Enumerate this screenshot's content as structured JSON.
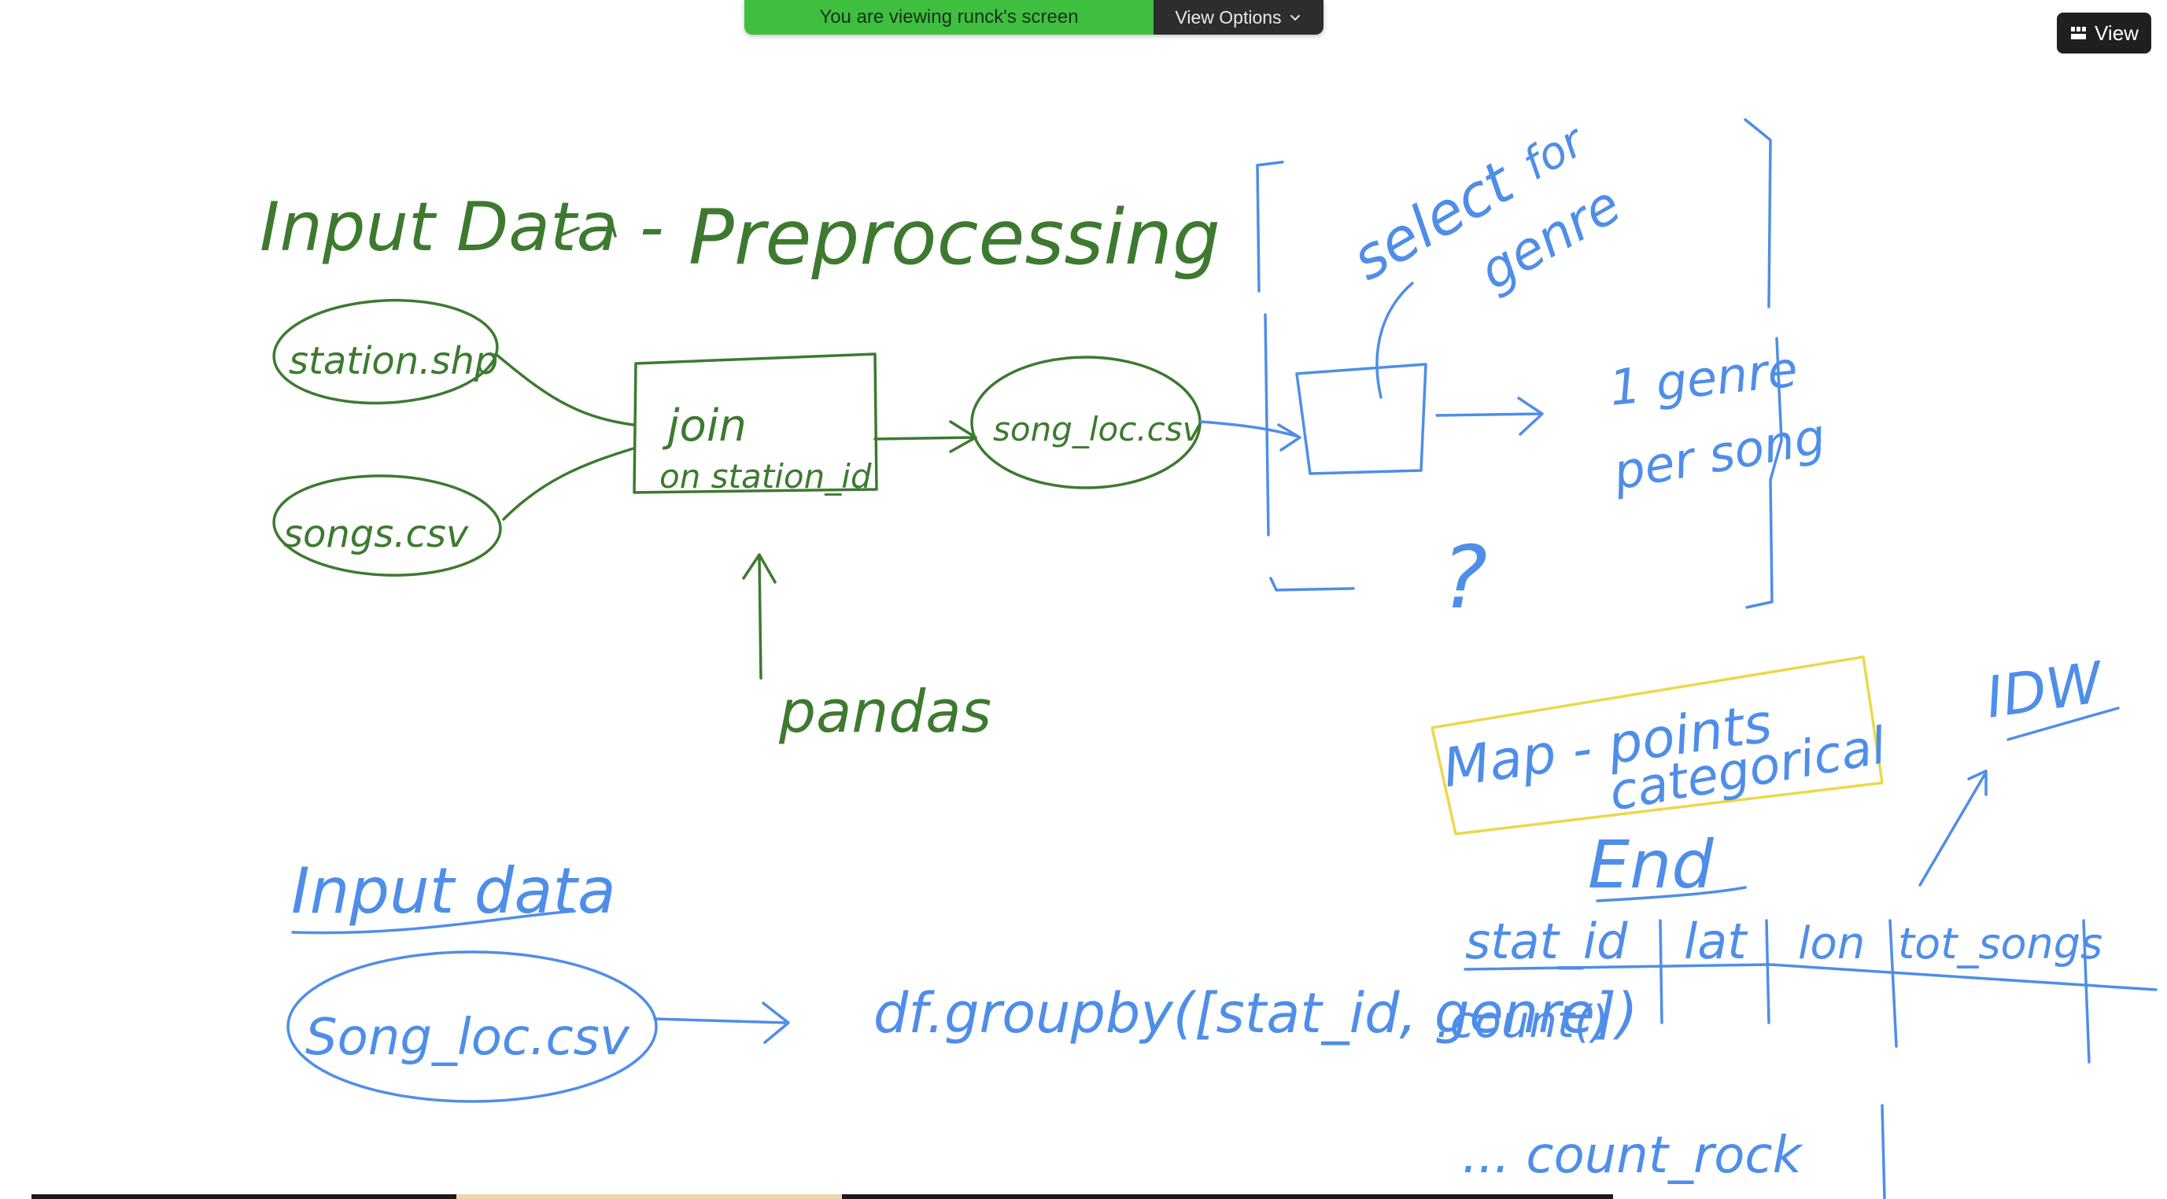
{
  "banner": {
    "sharing_text": "You are viewing runck's screen",
    "view_options_label": "View Options"
  },
  "view_button_label": "View",
  "colors": {
    "banner_green": "#3fbf3f",
    "ink_green": "#3d7a30",
    "ink_blue": "#4f8ee8",
    "ink_yellow": "#ecd84a"
  },
  "whiteboard": {
    "top": {
      "title_left": "Input Data -",
      "title_right": "Preprocessing",
      "input1": "station.shp",
      "input2": "songs.csv",
      "join_line1": "join",
      "join_line2": "on station_id",
      "output": "song_loc.csv",
      "tool": "pandas",
      "select_label_1": "select",
      "select_label_2": "for",
      "select_label_3": "genre",
      "result_1": "1 genre",
      "result_2": "per song",
      "question_mark": "?"
    },
    "bottom": {
      "title": "Input data",
      "input": "Song_loc.csv",
      "code_1": "df.groupby([stat_id, genre])",
      "code_2": ".count()",
      "header": [
        "stat_id",
        "lat",
        "lon",
        "tot_songs"
      ],
      "row_hint": "... count_rock",
      "map_line1": "Map - points",
      "map_line2": "categorical",
      "end_label": "End",
      "idw_label": "IDW"
    }
  }
}
